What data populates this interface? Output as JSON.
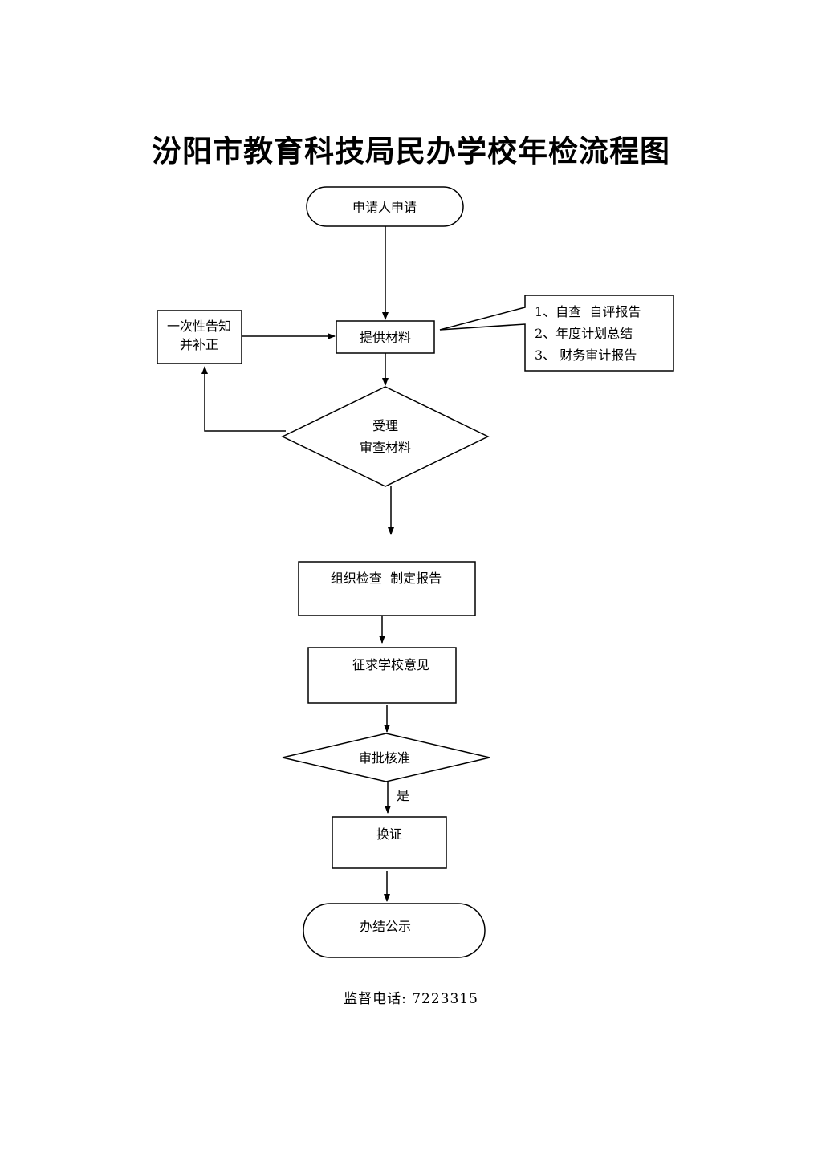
{
  "title": "汾阳市教育科技局民办学校年检流程图",
  "nodes": {
    "apply": "申请人申请",
    "provide": "提供材料",
    "notify": [
      "一次性告知",
      "并补正"
    ],
    "materials_note": [
      "1、自查  自评报告",
      "2、年度计划总结",
      "3、 财务审计报告"
    ],
    "review": [
      "受理",
      "审查材料"
    ],
    "inspect": "组织检查  制定报告",
    "solicit": "征求学校意见",
    "approve": "审批核准",
    "yes": "是",
    "certify": "换证",
    "publish": "办结公示"
  },
  "footer": "监督电话: 7223315"
}
